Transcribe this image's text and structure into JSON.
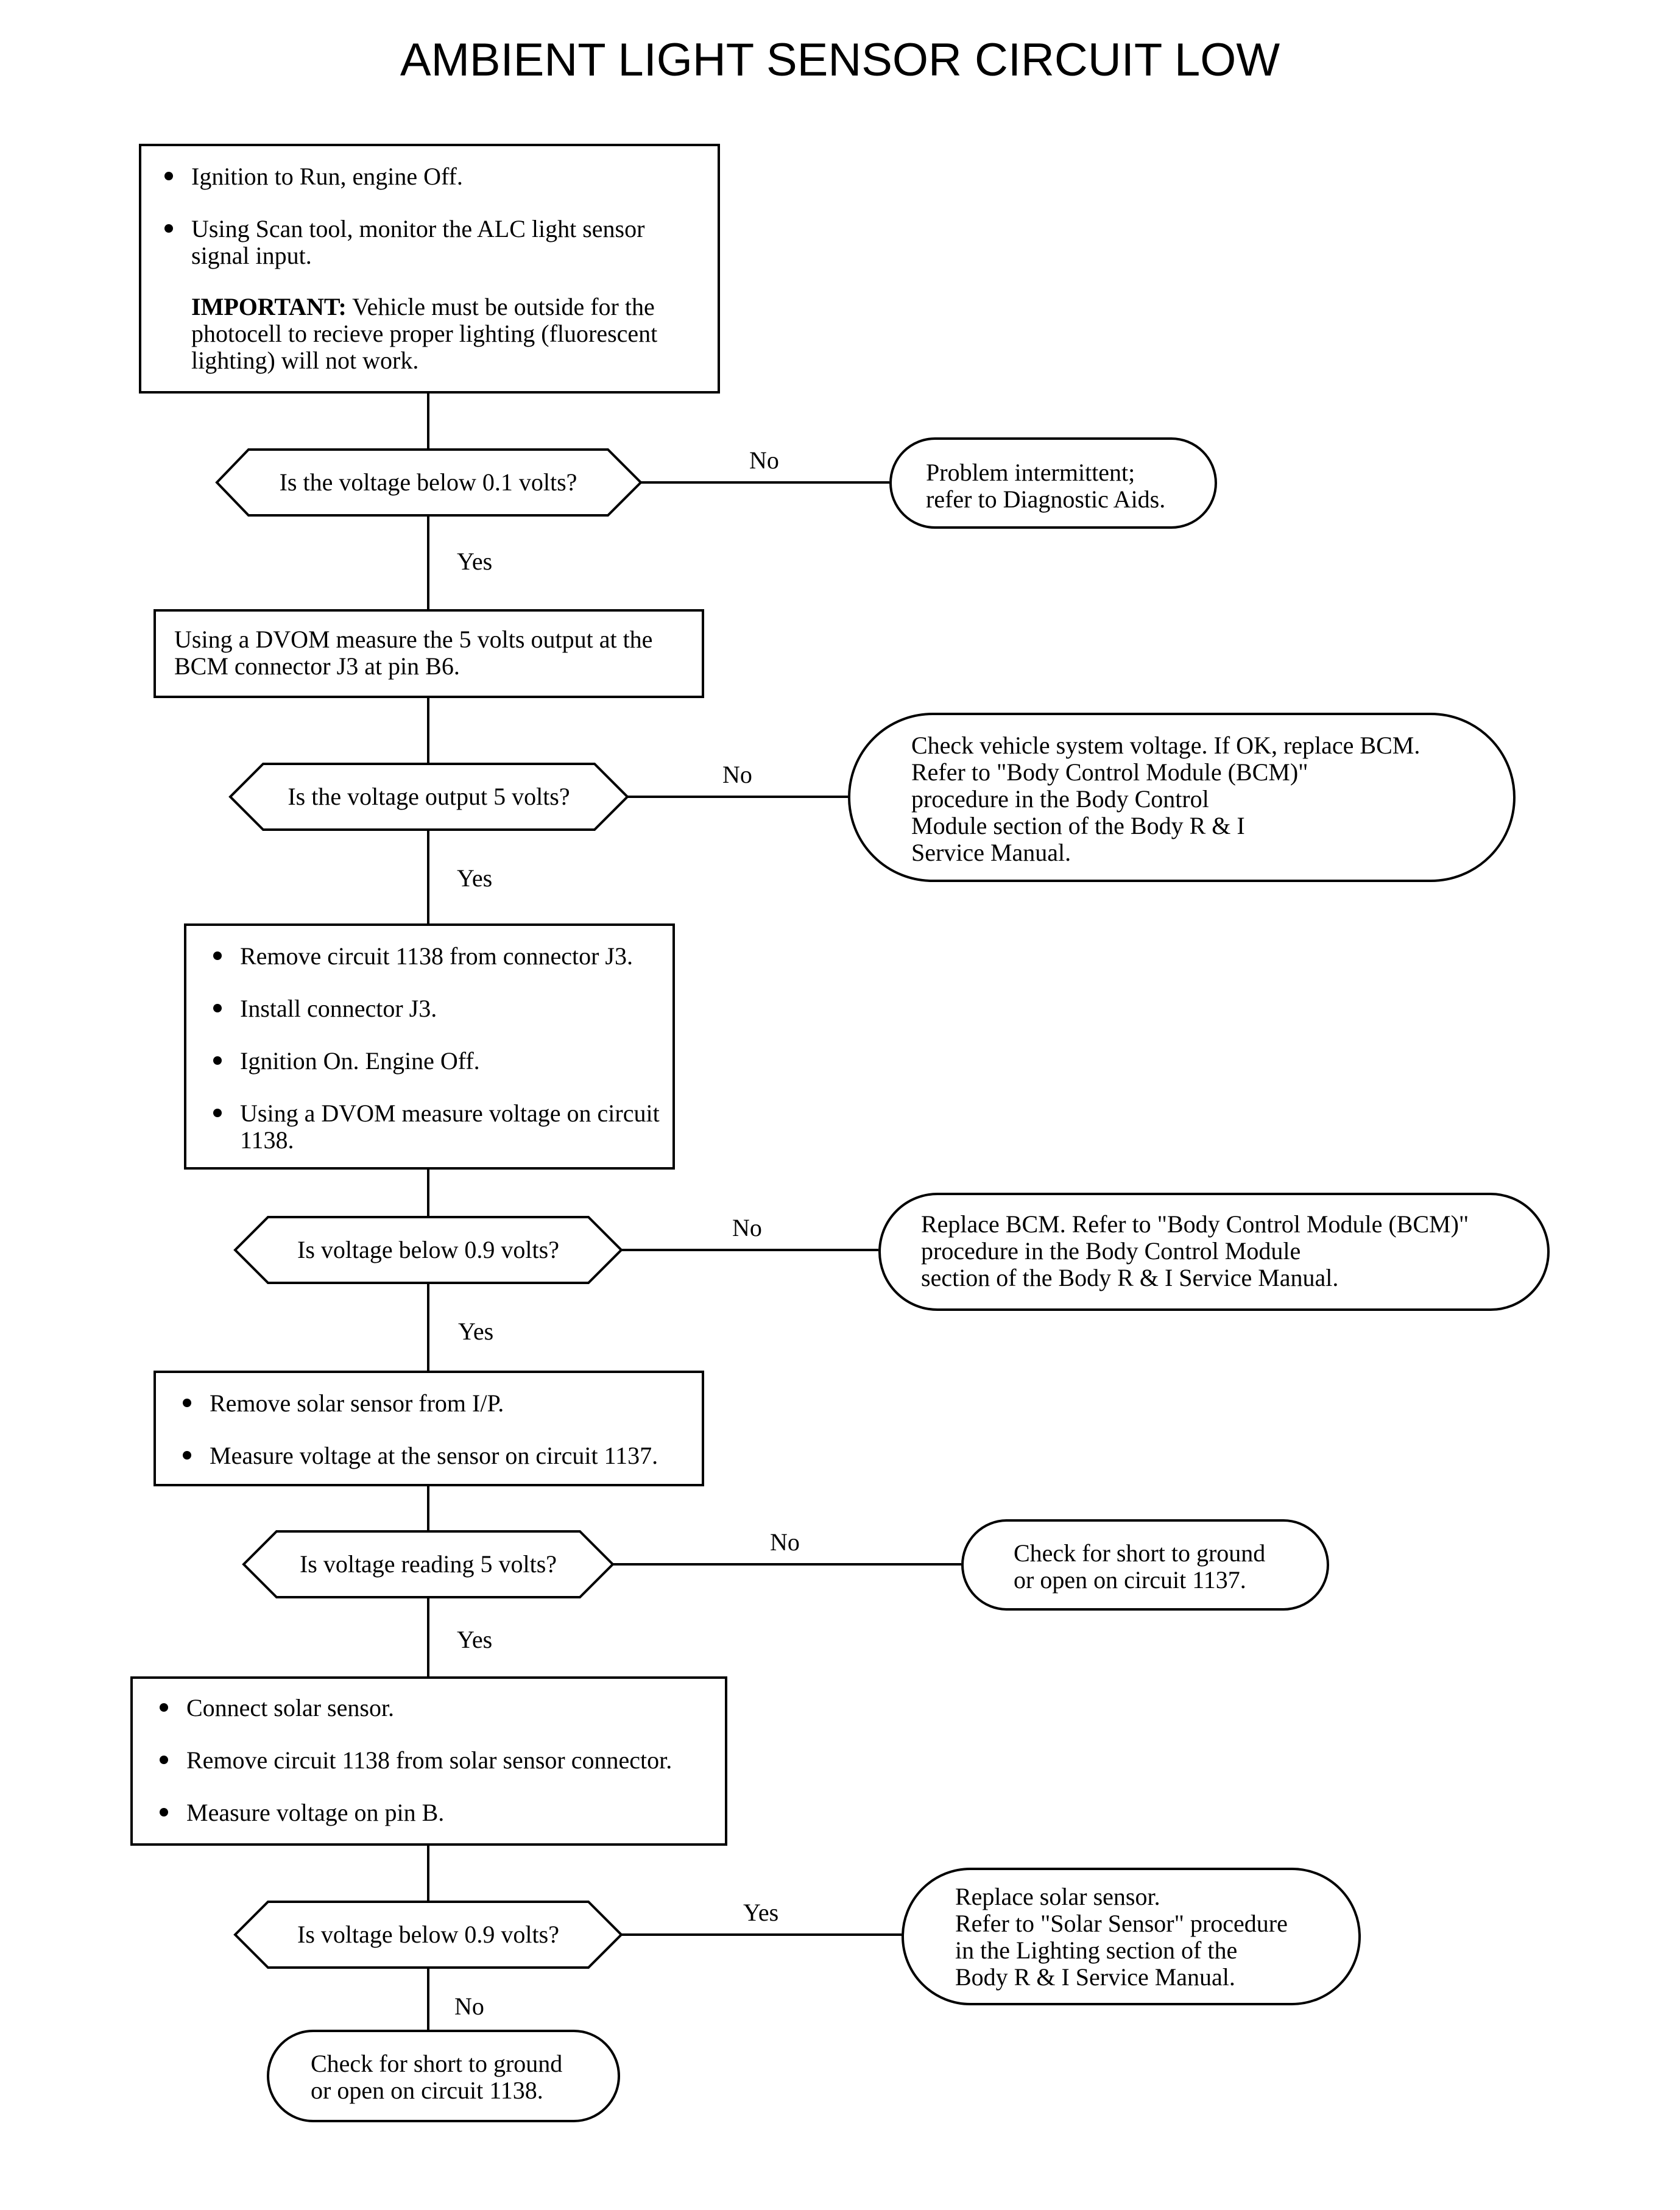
{
  "title": "AMBIENT LIGHT SENSOR CIRCUIT LOW",
  "steps": [
    {
      "bullets": [
        "Ignition to Run, engine Off.",
        "Using Scan tool, monitor the ALC light sensor signal input."
      ],
      "note_label": "IMPORTANT:",
      "note_text": "Vehicle must be outside for the photocell to recieve proper lighting (fluorescent lighting) will not work."
    },
    {
      "text": "Using a DVOM measure the 5 volts output at the BCM connector J3 at pin B6."
    },
    {
      "bullets": [
        "Remove circuit 1138 from connector J3.",
        "Install connector J3.",
        "Ignition On.  Engine Off.",
        "Using a DVOM measure voltage on circuit 1138."
      ]
    },
    {
      "bullets": [
        "Remove solar sensor from I/P.",
        "Measure voltage at the sensor on circuit 1137."
      ]
    },
    {
      "bullets": [
        "Connect solar sensor.",
        "Remove circuit 1138 from solar sensor connector.",
        "Measure voltage on pin B."
      ]
    }
  ],
  "decisions": [
    {
      "question": "Is the voltage below 0.1 volts?",
      "side_label": "No",
      "down_label": "Yes"
    },
    {
      "question": "Is the voltage output 5 volts?",
      "side_label": "No",
      "down_label": "Yes"
    },
    {
      "question": "Is voltage below 0.9 volts?",
      "side_label": "No",
      "down_label": "Yes"
    },
    {
      "question": "Is voltage reading 5 volts?",
      "side_label": "No",
      "down_label": "Yes"
    },
    {
      "question": "Is voltage below 0.9 volts?",
      "side_label": "Yes",
      "down_label": "No"
    }
  ],
  "outcomes": [
    "Problem intermittent;\nrefer to Diagnostic Aids.",
    "Check vehicle system voltage. If OK, replace BCM.\nRefer to \"Body Control Module (BCM)\"\nprocedure in the Body Control\nModule section of the Body R & I\nService Manual.",
    "Replace BCM. Refer to \"Body Control Module (BCM)\"\nprocedure in the Body Control Module\nsection of the Body R & I Service Manual.",
    "Check for short to ground\nor open on circuit 1137.",
    "Replace solar sensor.\nRefer to \"Solar Sensor\" procedure\nin the Lighting section of the\nBody R & I Service Manual.",
    "Check for short to ground\nor open on circuit 1138."
  ]
}
